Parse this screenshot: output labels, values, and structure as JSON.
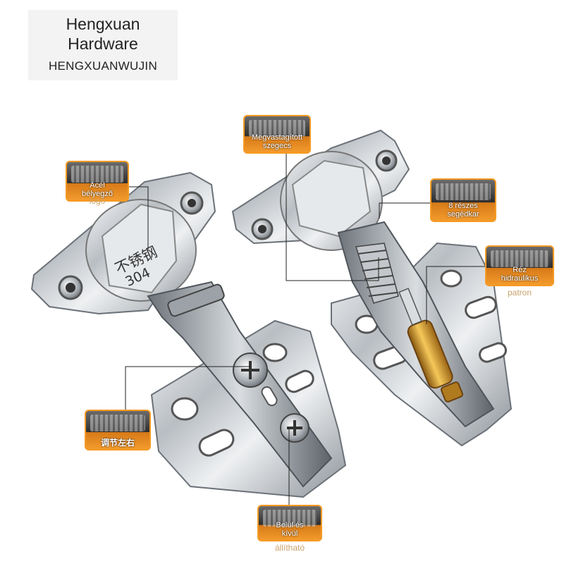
{
  "brand": {
    "name_line1": "Hengxuan",
    "name_line2": "Hardware",
    "pinyin": "HENGXUANWUJIN"
  },
  "stamp": {
    "chars": "不锈钢",
    "grade": "304"
  },
  "callouts": {
    "logo_stamp": {
      "line1": "Acél",
      "line2": "bélyegző",
      "line3": "logó"
    },
    "rivet": {
      "line1": "Megvastagított",
      "line2": "szegecs"
    },
    "springs": {
      "line1": "8 részes",
      "line2": "segédkar"
    },
    "hydraulic": {
      "line1": "Réz",
      "line2": "hidraulikus",
      "line3": "patron"
    },
    "adjust_lr": {
      "line1": "调节左右"
    },
    "adjust_outer": {
      "line1": "Belül és",
      "line2": "kívül",
      "line3": "állítható"
    }
  },
  "colors": {
    "accent": "#f59a23",
    "brass": "#c9962c",
    "steel": "#c8ccd0"
  }
}
